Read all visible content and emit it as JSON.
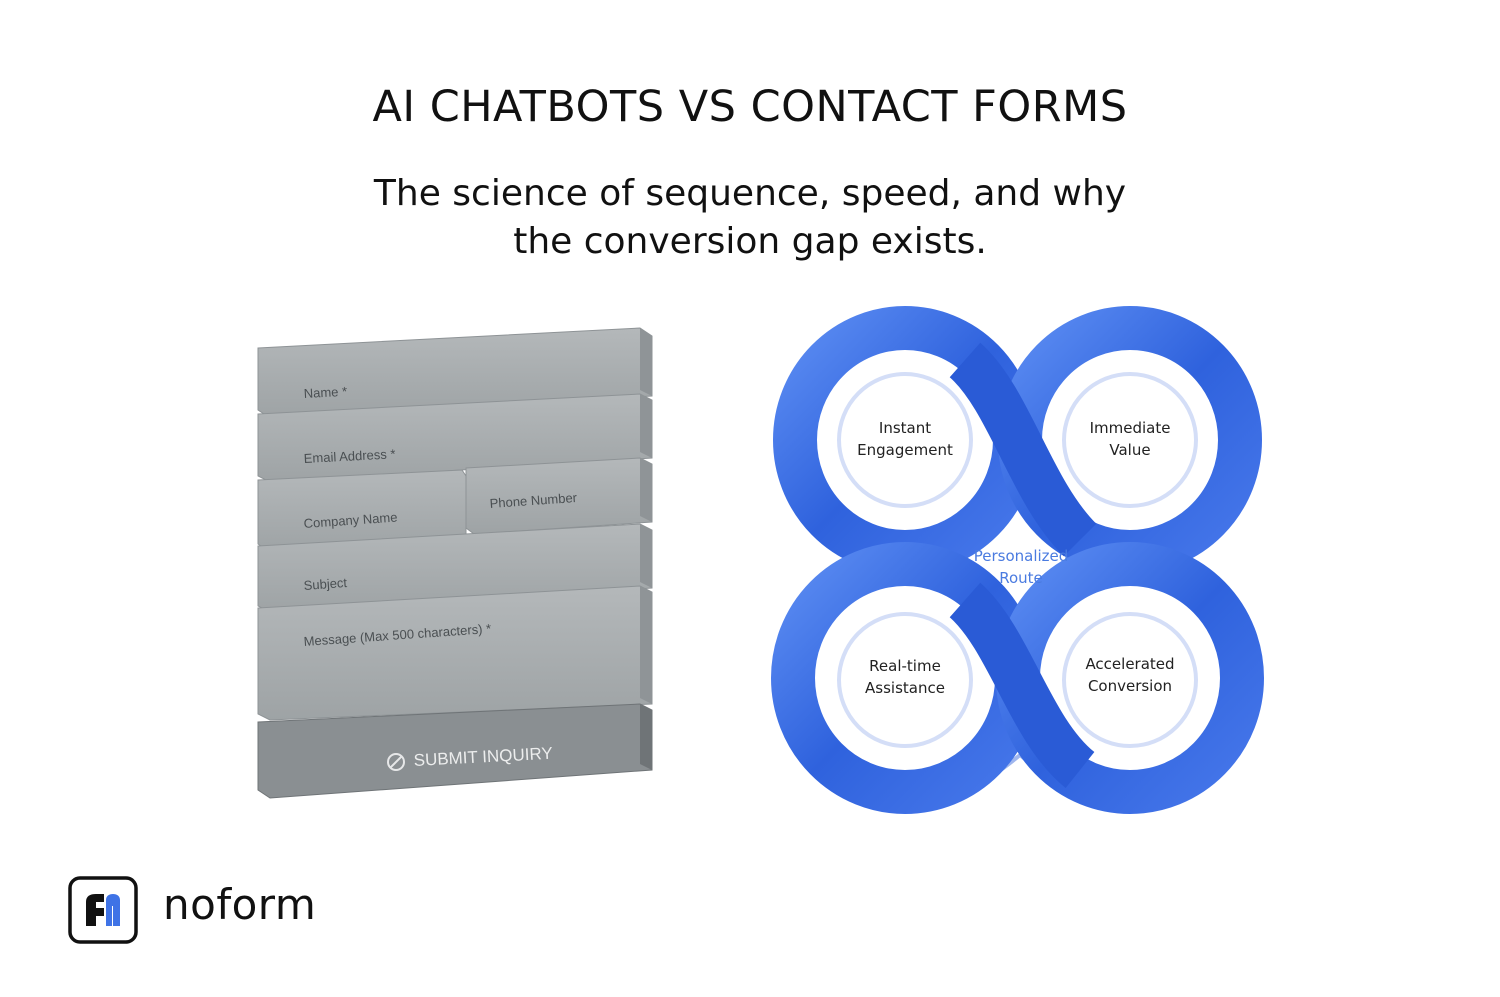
{
  "header": {
    "title": "AI CHATBOTS VS CONTACT FORMS",
    "subtitle_line1": "The science of sequence, speed, and why",
    "subtitle_line2": "the conversion gap exists."
  },
  "contact_form": {
    "name_label": "Name *",
    "email_label": "Email Address *",
    "company_label": "Company Name",
    "phone_label": "Phone Number",
    "subject_label": "Subject",
    "message_label": "Message (Max 500 characters) *",
    "submit_label": "SUBMIT INQUIRY",
    "submit_icon": "prohibited-icon"
  },
  "chatbot_loop": {
    "top_left_line1": "Instant",
    "top_left_line2": "Engagement",
    "top_right_line1": "Immediate",
    "top_right_line2": "Value",
    "center_line1": "Personalized",
    "center_line2": "Route",
    "bottom_left_line1": "Real-time",
    "bottom_left_line2": "Assistance",
    "bottom_right_line1": "Accelerated",
    "bottom_right_line2": "Conversion"
  },
  "brand": {
    "name": "noform",
    "logo_icon": "noform-logo-icon"
  },
  "colors": {
    "concrete": "#a6abad",
    "concrete_dark": "#7f8487",
    "submit": "#8c9194",
    "loop_blue": "#3a6ee6",
    "accent_label": "#4a7be0"
  }
}
